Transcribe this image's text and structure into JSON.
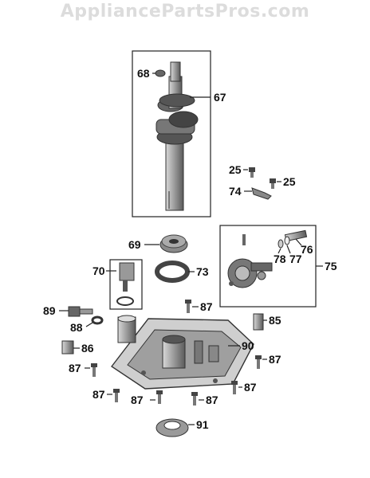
{
  "watermark": "AppliancePartsPros.com",
  "callouts": [
    "68",
    "67",
    "25",
    "25",
    "74",
    "69",
    "76",
    "78",
    "77",
    "75",
    "70",
    "73",
    "89",
    "87",
    "88",
    "85",
    "86",
    "90",
    "87",
    "87",
    "87",
    "87",
    "87",
    "87",
    "91"
  ]
}
